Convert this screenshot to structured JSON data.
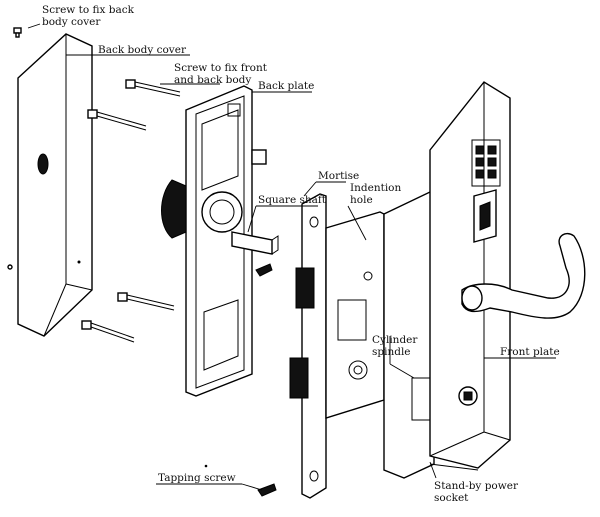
{
  "labels": {
    "screw_back_cover": "Screw to fix back\nbody cover",
    "back_body_cover": "Back body cover",
    "screw_front_back": "Screw to fix front\nand back body",
    "back_plate": "Back plate",
    "square_shaft": "Square shaft",
    "mortise": "Mortise",
    "indention_hole": "Indention\nhole",
    "cylinder_spindle": "Cylinder\nspindle",
    "front_plate": "Front plate",
    "tapping_screw": "Tapping screw",
    "standby_power_socket": "Stand-by power\nsocket"
  }
}
